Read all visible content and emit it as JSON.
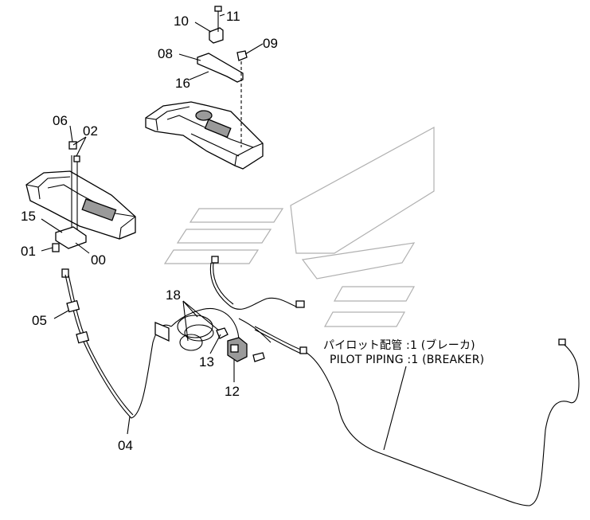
{
  "callouts": {
    "c00": "00",
    "c01": "01",
    "c02": "02",
    "c04": "04",
    "c05": "05",
    "c06": "06",
    "c08": "08",
    "c09": "09",
    "c10": "10",
    "c11": "11",
    "c12": "12",
    "c13": "13",
    "c15": "15",
    "c16": "16",
    "c18": "18"
  },
  "note": {
    "line1": "パイロット配管 :1 (ブレーカ)",
    "line2": "PILOT PIPING :1 (BREAKER)"
  }
}
